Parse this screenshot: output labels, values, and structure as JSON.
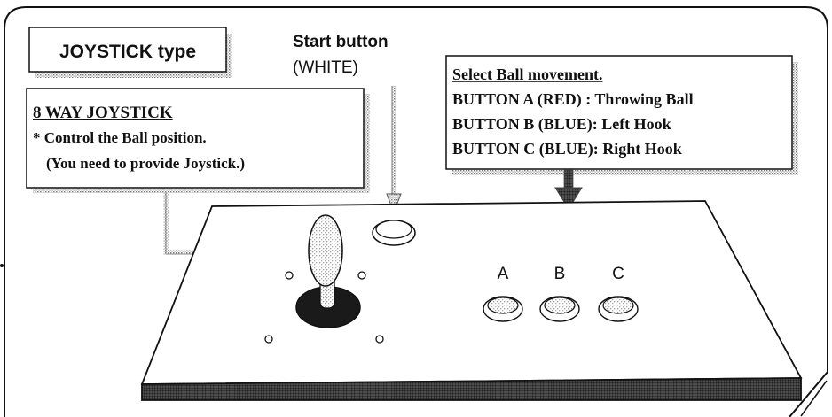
{
  "title_box": {
    "label": "JOYSTICK type"
  },
  "start_button_callout": {
    "line1": "Start button",
    "line2": "(WHITE)"
  },
  "joystick_callout": {
    "heading": "8 WAY  JOYSTICK",
    "line1": "* Control the Ball  position.",
    "line2": "(You need to provide Joystick.)"
  },
  "select_callout": {
    "heading": "Select Ball movement.",
    "line1": "BUTTON A (RED) : Throwing Ball",
    "line2": "BUTTON B (BLUE): Left Hook",
    "line3": "BUTTON C (BLUE): Right Hook"
  },
  "panel_buttons": {
    "a_label": "A",
    "b_label": "B",
    "c_label": "C"
  },
  "colors": {
    "ink": "#111111",
    "stipple": "#8a8a8a",
    "panel_edge": "#4a4a4a"
  }
}
